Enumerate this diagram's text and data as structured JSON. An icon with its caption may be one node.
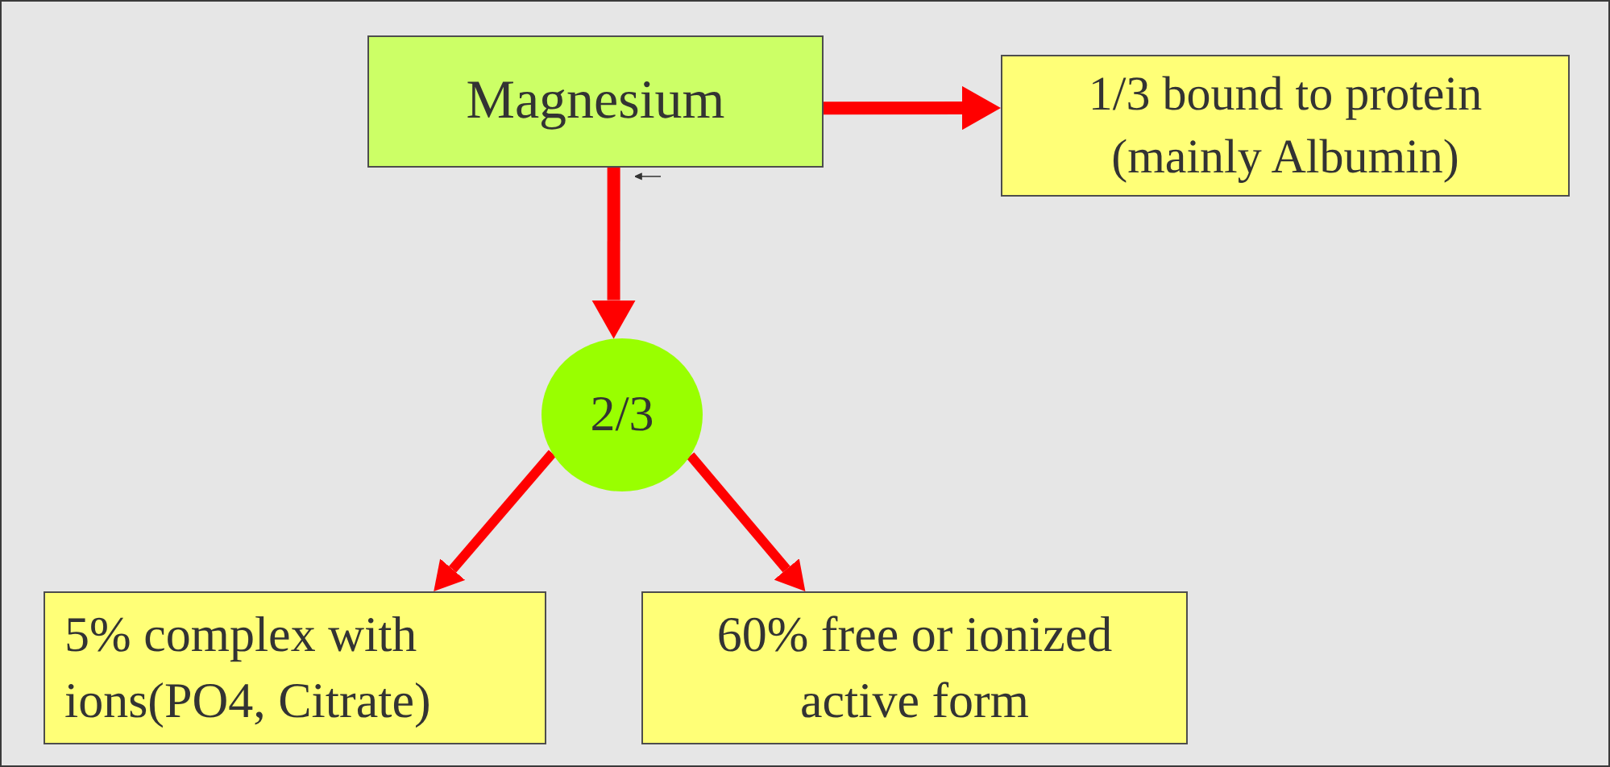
{
  "diagram": {
    "nodes": [
      {
        "text": [
          "Magnesium"
        ]
      },
      {
        "text": [
          "1/3 bound to protein (mainly Albumin)"
        ]
      },
      {
        "text": [
          "2/3"
        ]
      },
      {
        "text": [
          "5% complex with ions(PO4, Citrate)"
        ]
      },
      {
        "text": [
          "60% free or ionized active form"
        ]
      }
    ],
    "edges": [
      {
        "from": 0,
        "to": 1,
        "arrow": "to"
      },
      {
        "from": 0,
        "to": 2,
        "arrow": "to"
      },
      {
        "from": 2,
        "to": 3,
        "arrow": "to"
      },
      {
        "from": 2,
        "to": 4,
        "arrow": "to"
      }
    ]
  }
}
